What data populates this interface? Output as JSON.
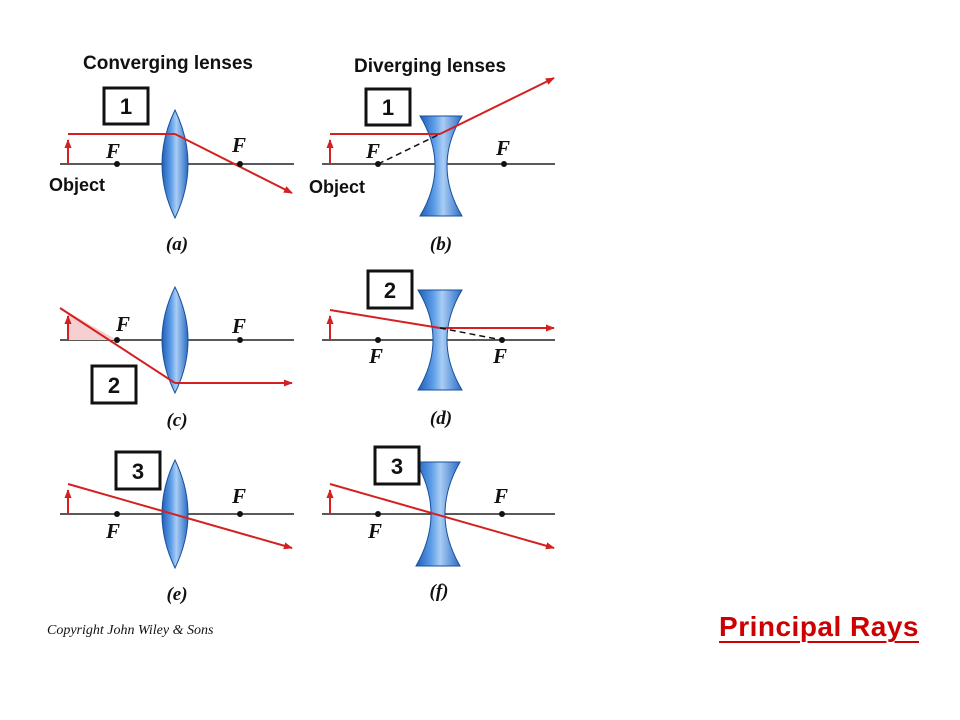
{
  "headings": {
    "converging": "Converging lenses",
    "diverging": "Diverging lenses"
  },
  "labels": {
    "focal_point": "F",
    "object": "Object"
  },
  "panels": [
    {
      "id": "a",
      "label": "(a)",
      "ray_number": "1",
      "lens": "converging"
    },
    {
      "id": "b",
      "label": "(b)",
      "ray_number": "1",
      "lens": "diverging"
    },
    {
      "id": "c",
      "label": "(c)",
      "ray_number": "2",
      "lens": "converging"
    },
    {
      "id": "d",
      "label": "(d)",
      "ray_number": "2",
      "lens": "diverging"
    },
    {
      "id": "e",
      "label": "(e)",
      "ray_number": "3",
      "lens": "converging"
    },
    {
      "id": "f",
      "label": "(f)",
      "ray_number": "3",
      "lens": "diverging"
    }
  ],
  "copyright": "Copyright John Wiley & Sons",
  "title": "Principal Rays",
  "colors": {
    "ray": "#d42020",
    "lens": "#3a7fd0",
    "title": "#cc0000"
  }
}
